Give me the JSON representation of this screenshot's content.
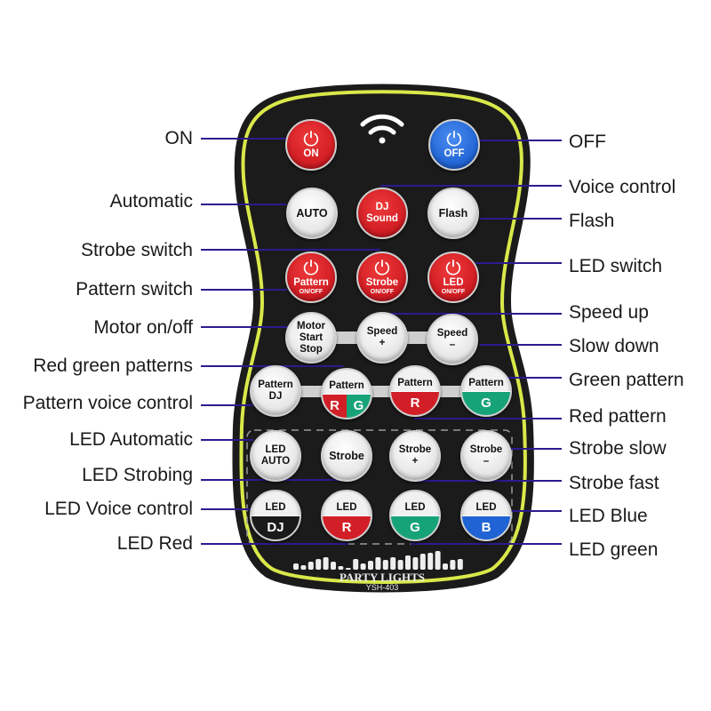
{
  "colors": {
    "line": "#2b1b8f",
    "body": "#1b1b1b",
    "rim": "#d9e84a",
    "red": "#d21f27",
    "green": "#17a378",
    "blue": "#1f63d4",
    "black": "#1a1a1a"
  },
  "labels_left": [
    "ON",
    "Automatic",
    "Strobe switch",
    "Pattern switch",
    "Motor on/off",
    "Red green patterns",
    "Pattern voice control",
    "LED Automatic",
    "LED Strobing",
    "LED Voice control",
    "LED Red"
  ],
  "labels_right": [
    "OFF",
    "Voice control",
    "Flash",
    "LED switch",
    "Speed up",
    "Slow down",
    "Green pattern",
    "Red pattern",
    "Strobe slow",
    "Strobe fast",
    "LED Blue",
    "LED green"
  ],
  "remote": {
    "icon": "wifi-icon",
    "brand": "PARTY LIGHTS",
    "model": "YSH-403",
    "buttons": [
      {
        "name": "on",
        "style": "red",
        "power": true,
        "lines": [
          "ON"
        ]
      },
      {
        "name": "off",
        "style": "blue",
        "power": true,
        "lines": [
          "OFF"
        ]
      },
      {
        "name": "auto",
        "style": "white",
        "lines": [
          "AUTO"
        ]
      },
      {
        "name": "dj-sound",
        "style": "red",
        "lines": [
          "DJ",
          "Sound"
        ]
      },
      {
        "name": "flash",
        "style": "white",
        "lines": [
          "Flash"
        ]
      },
      {
        "name": "pattern-onoff",
        "style": "red",
        "power": true,
        "lines": [
          "Pattern"
        ],
        "sub": "ON/OFF"
      },
      {
        "name": "strobe-onoff",
        "style": "red",
        "power": true,
        "lines": [
          "Strobe"
        ],
        "sub": "ON/OFF"
      },
      {
        "name": "led-onoff",
        "style": "red",
        "power": true,
        "lines": [
          "LED"
        ],
        "sub": "ON/OFF"
      },
      {
        "name": "motor-start-stop",
        "style": "white",
        "lines": [
          "Motor",
          "Start",
          "Stop"
        ]
      },
      {
        "name": "speed-plus",
        "style": "white",
        "lines": [
          "Speed",
          "+"
        ]
      },
      {
        "name": "speed-minus",
        "style": "white",
        "lines": [
          "Speed",
          "–"
        ]
      },
      {
        "name": "pattern-dj",
        "style": "white",
        "lines": [
          "Pattern",
          "DJ"
        ]
      },
      {
        "name": "pattern-rg",
        "style": "split",
        "top": "Pattern",
        "bottom": [
          "R",
          "G"
        ],
        "fills": [
          "red",
          "green"
        ]
      },
      {
        "name": "pattern-r",
        "style": "split",
        "top": "Pattern",
        "bottom": [
          "R"
        ],
        "fills": [
          "red"
        ]
      },
      {
        "name": "pattern-g",
        "style": "split",
        "top": "Pattern",
        "bottom": [
          "G"
        ],
        "fills": [
          "green"
        ]
      },
      {
        "name": "led-auto",
        "style": "white",
        "lines": [
          "LED",
          "AUTO"
        ]
      },
      {
        "name": "strobe",
        "style": "white",
        "lines": [
          "Strobe"
        ]
      },
      {
        "name": "strobe-plus",
        "style": "white",
        "lines": [
          "Strobe",
          "+"
        ]
      },
      {
        "name": "strobe-minus",
        "style": "white",
        "lines": [
          "Strobe",
          "–"
        ]
      },
      {
        "name": "led-dj",
        "style": "split",
        "top": "LED",
        "bottom": [
          "DJ"
        ],
        "fills": [
          "black"
        ]
      },
      {
        "name": "led-r",
        "style": "split",
        "top": "LED",
        "bottom": [
          "R"
        ],
        "fills": [
          "red"
        ]
      },
      {
        "name": "led-g",
        "style": "split",
        "top": "LED",
        "bottom": [
          "G"
        ],
        "fills": [
          "green"
        ]
      },
      {
        "name": "led-b",
        "style": "split",
        "top": "LED",
        "bottom": [
          "B"
        ],
        "fills": [
          "blue"
        ]
      }
    ]
  }
}
